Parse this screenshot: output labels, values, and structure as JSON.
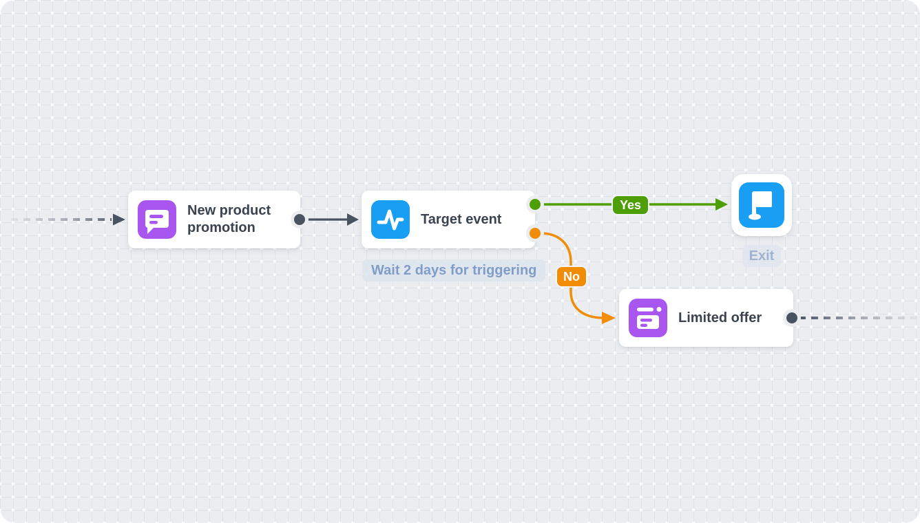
{
  "canvas": {
    "type": "workflow-automation-canvas",
    "bg_color": "#EBEDF1"
  },
  "nodes": {
    "promo": {
      "title": "New product promotion",
      "icon": "chat-message-icon",
      "icon_color": "#A956F0"
    },
    "target": {
      "title": "Target event",
      "icon": "pulse-icon",
      "icon_color": "#189EF2",
      "wait_label": "Wait 2 days for triggering"
    },
    "offer": {
      "title": "Limited offer",
      "icon": "article-icon",
      "icon_color": "#A956F0"
    },
    "exit": {
      "label": "Exit",
      "icon": "flag-icon",
      "icon_color": "#189EF2"
    }
  },
  "edges": {
    "yes_label": "Yes",
    "no_label": "No",
    "yes_color": "#4E9F06",
    "no_color": "#F18C07",
    "default_color": "#4A5361"
  },
  "colors": {
    "card_bg": "#FFFFFF",
    "title_text": "#3B4350",
    "wait_text": "#7F9DC8",
    "exit_text": "#9FB2CF"
  }
}
